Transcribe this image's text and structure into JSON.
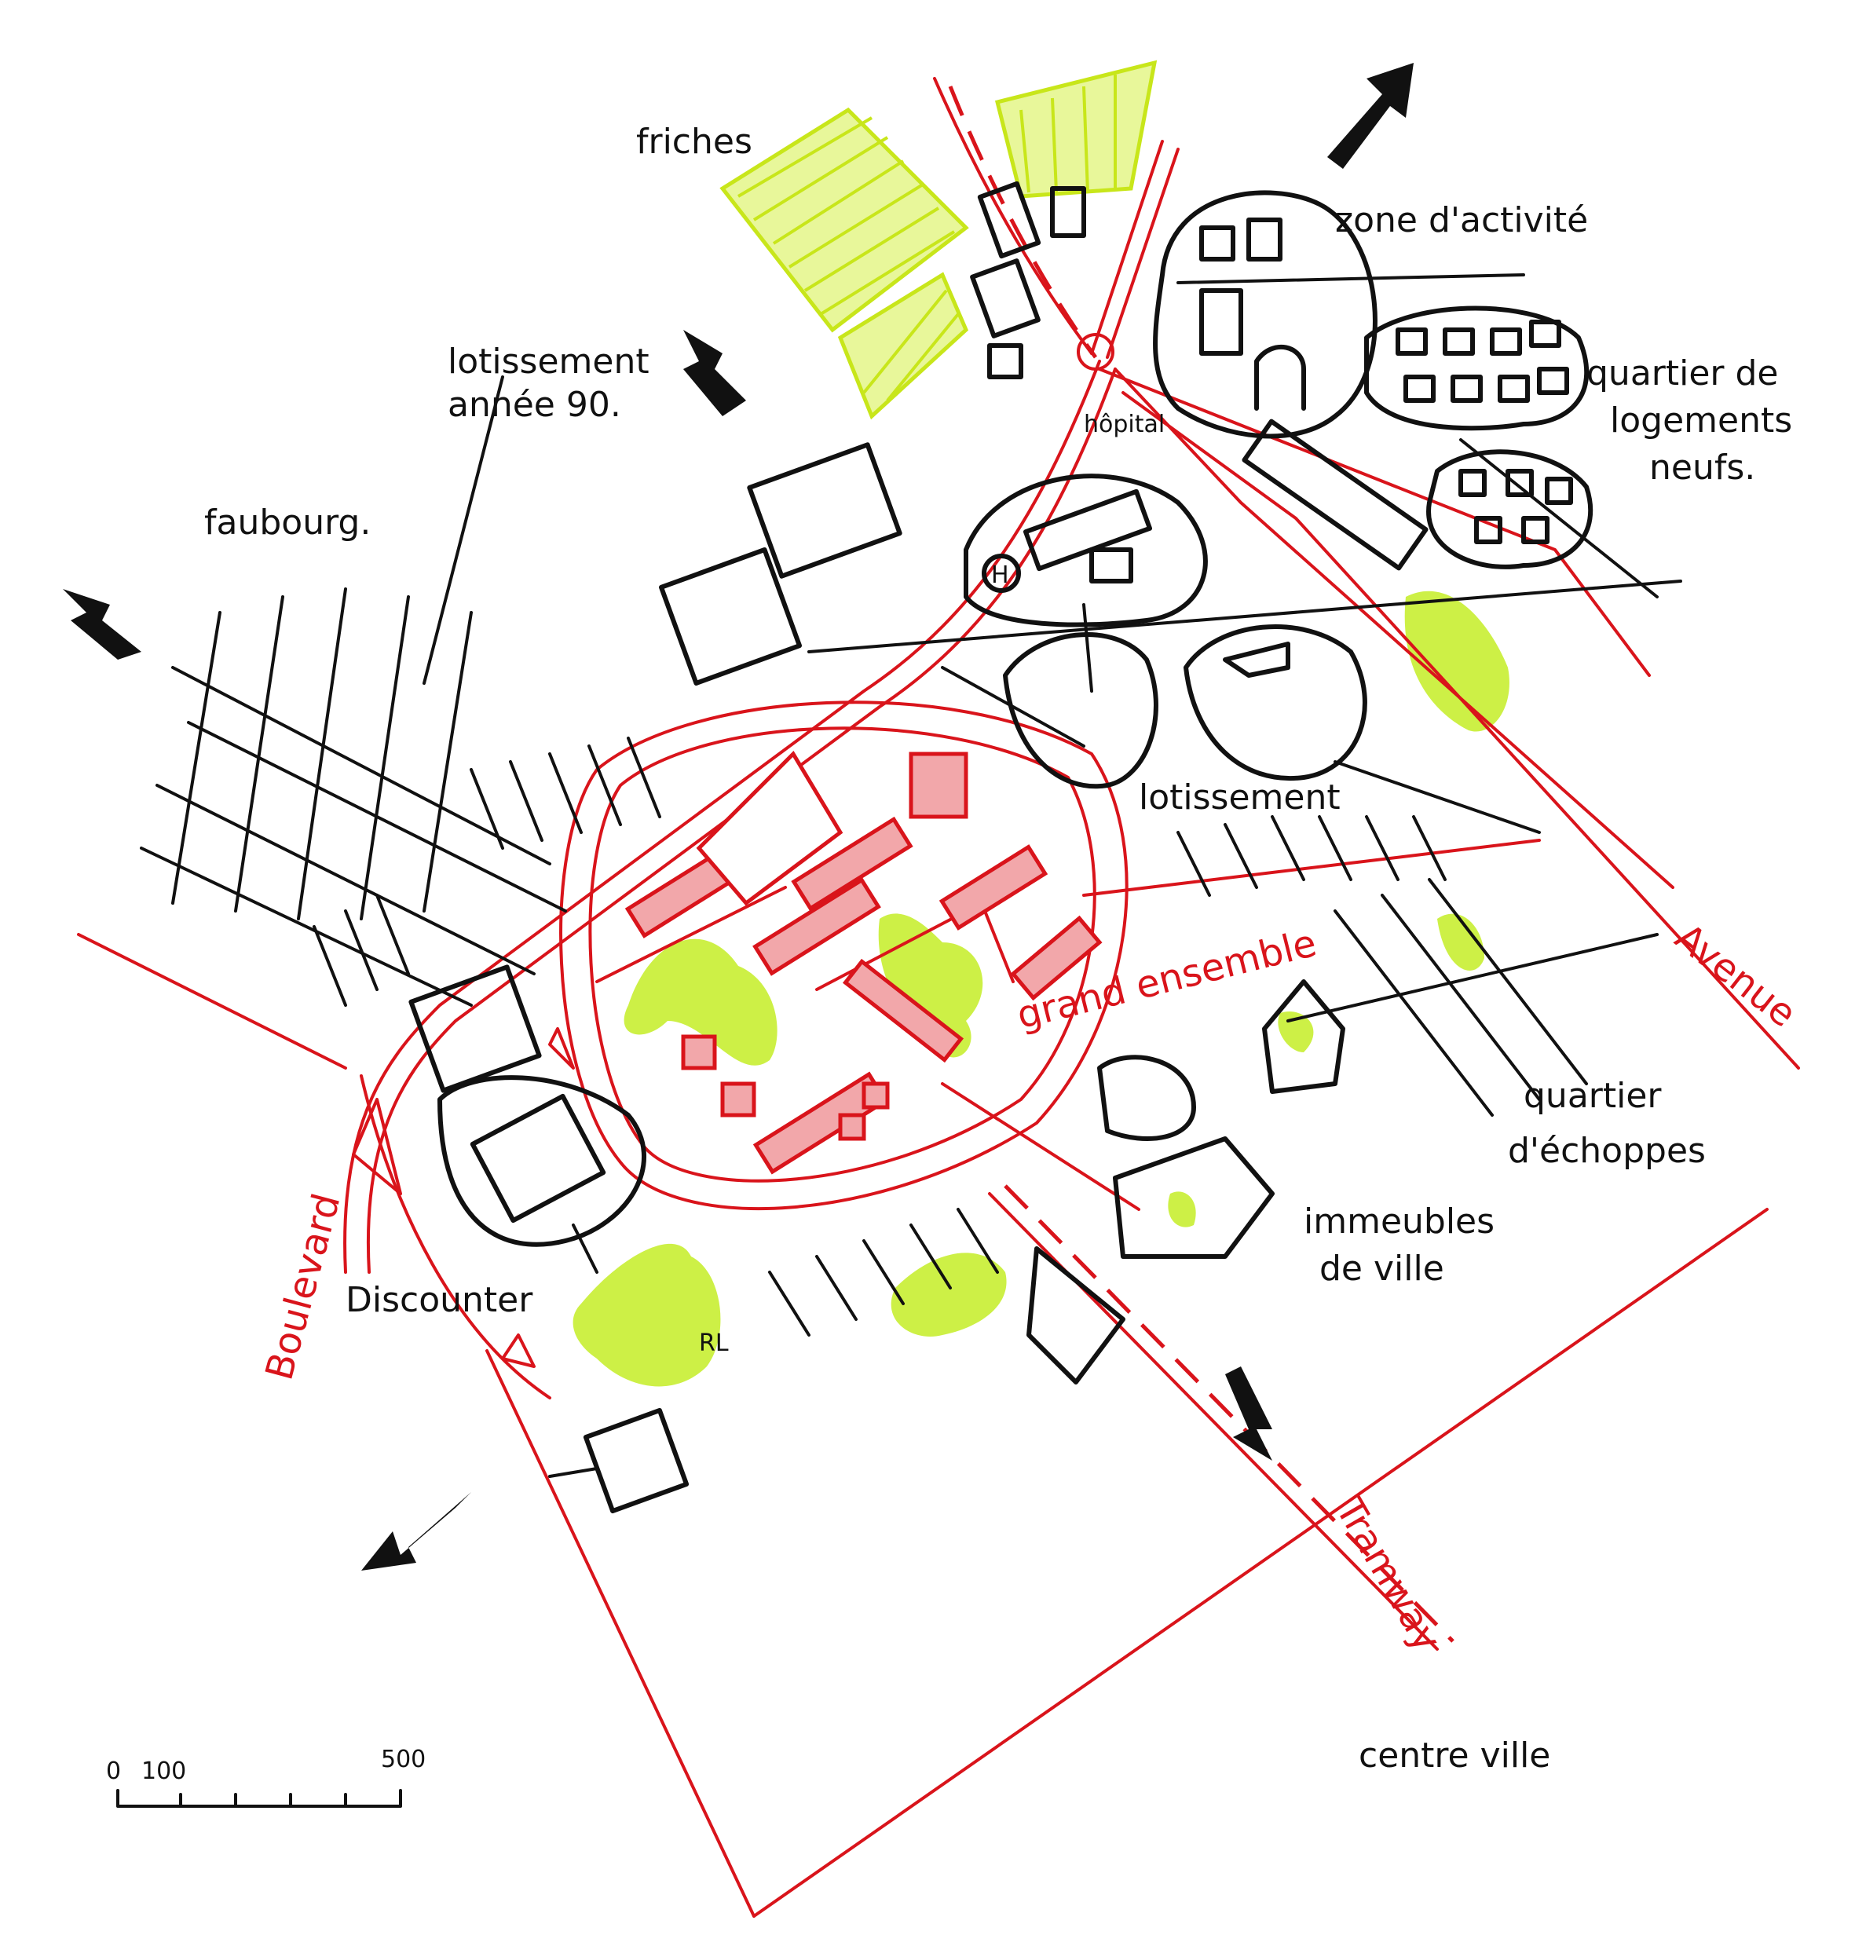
{
  "colors": {
    "ink": "#111111",
    "road": "#d9141b",
    "green": "#cdf046",
    "fields": "#d4f020"
  },
  "labels": {
    "friches": "friches",
    "lotissement_annee90_l1": "lotissement",
    "lotissement_annee90_l2": "année 90.",
    "faubourg": "faubourg.",
    "zone_activite": "zone d'activité",
    "quartier_logements_l1": "quartier de",
    "quartier_logements_l2": "logements",
    "quartier_logements_l3": "neufs.",
    "hopital": "hôpital",
    "lotissement": "lotissement",
    "grand_ensemble": "grand ensemble",
    "avenue": "Avenue",
    "quartier_echoppes_l1": "quartier",
    "quartier_echoppes_l2": "d'échoppes",
    "immeubles_l1": "immeubles",
    "immeubles_l2": "de ville",
    "discounter": "Discounter",
    "boulevard": "Boulevard",
    "rl": "RL",
    "tramway": "Tramway",
    "centre_ville": "centre ville",
    "hospital_symbol": "H"
  },
  "scale": {
    "tick_start": "0",
    "tick_100": "100",
    "tick_500": "500"
  }
}
